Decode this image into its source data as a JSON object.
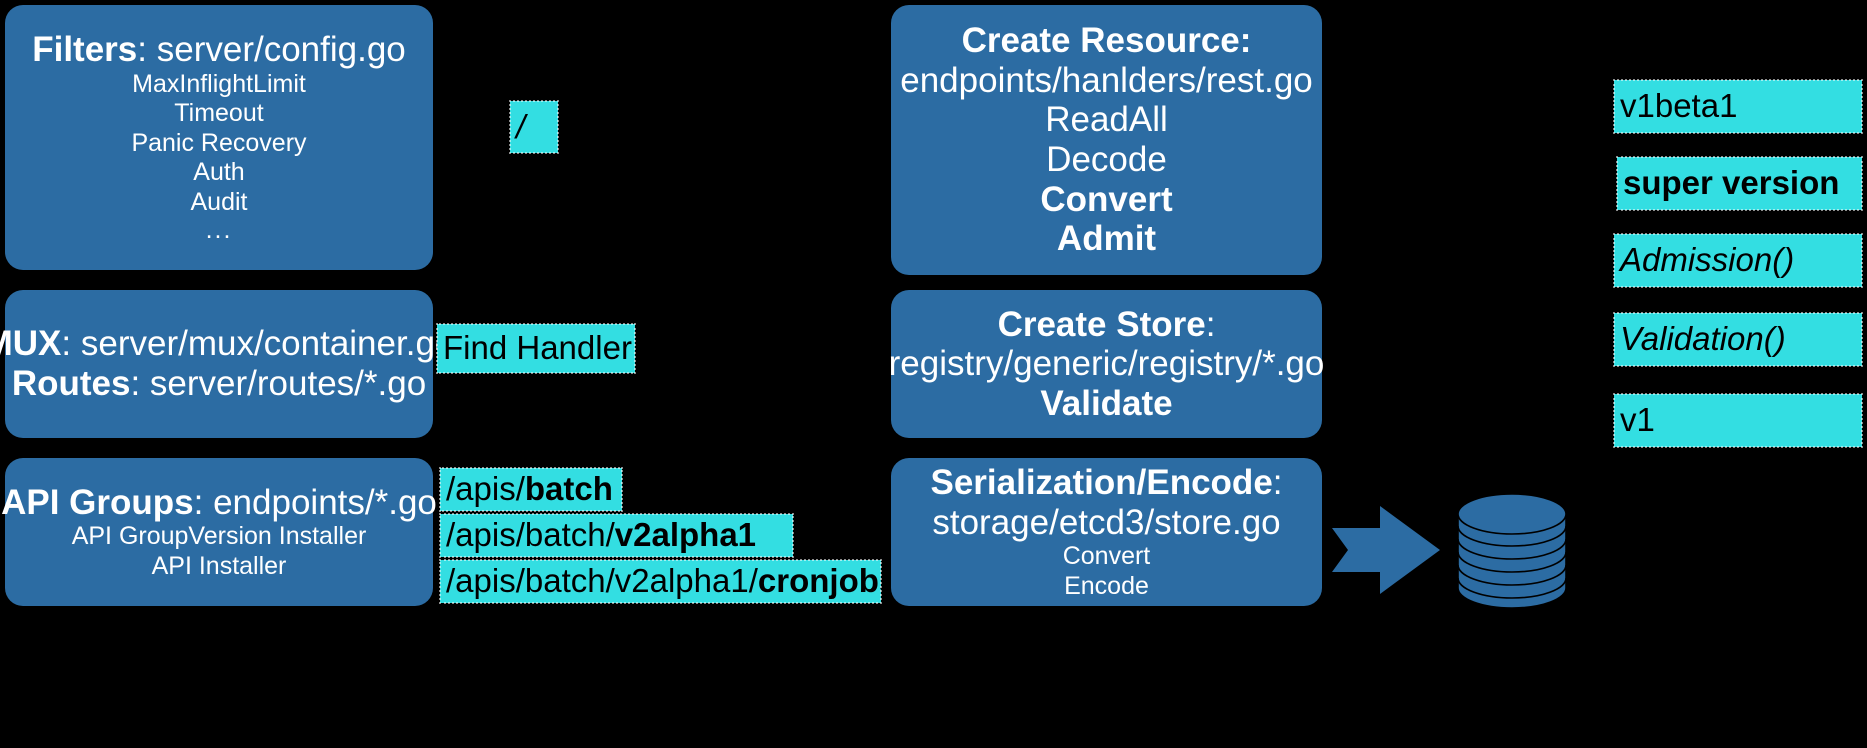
{
  "colors": {
    "background": "#000000",
    "box_blue": "#2C6CA3",
    "highlight_cyan": "#33DEE2",
    "box_text": "#FFFFFF",
    "highlight_text": "#000000"
  },
  "boxes": {
    "filters": {
      "title_bold": "Filters",
      "title_rest": ": server/config.go",
      "items": [
        "MaxInflightLimit",
        "Timeout",
        "Panic Recovery",
        "Auth",
        "Audit"
      ],
      "ellipsis": "..."
    },
    "mux": {
      "line1_bold": "MUX",
      "line1_rest": ": server/mux/container.go",
      "line2_bold": "Routes",
      "line2_rest": ": server/routes/*.go"
    },
    "api_groups": {
      "title_bold": "API Groups",
      "title_rest": ": endpoints/*.go",
      "items": [
        "API GroupVersion Installer",
        "API Installer"
      ]
    },
    "create_resource": {
      "title": "Create Resource:",
      "path": "endpoints/hanlders/rest.go",
      "steps": [
        "ReadAll",
        "Decode"
      ],
      "steps_bold": [
        "Convert",
        "Admit"
      ]
    },
    "create_store": {
      "title_bold": "Create Store",
      "title_rest": ":",
      "path": "registry/generic/registry/*.go",
      "step_bold": "Validate"
    },
    "serialization": {
      "title_bold": "Serialization/Encode",
      "title_rest": ":",
      "path": "storage/etcd3/store.go",
      "items": [
        "Convert",
        "Encode"
      ]
    }
  },
  "highlights": {
    "root_path": "/",
    "find_handler": "Find Handler",
    "route_batch_prefix": "/apis/",
    "route_batch_bold": "batch",
    "route_version_prefix": "/apis/batch/",
    "route_version_bold": "v2alpha1",
    "route_resource_prefix": "/apis/batch/v2alpha1/",
    "route_resource_bold": "cronjobs",
    "v1beta1": "v1beta1",
    "super_version": "super version",
    "admission": "Admission()",
    "validation": "Validation()",
    "v1": "v1"
  },
  "graphics": {
    "arrow": "right-arrow",
    "database": "database-cylinder"
  }
}
